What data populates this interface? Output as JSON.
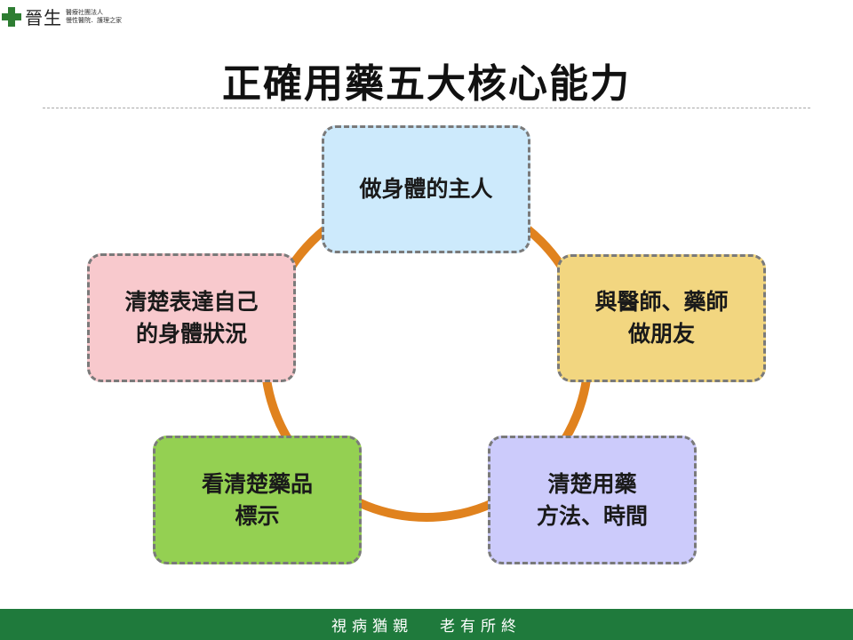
{
  "header": {
    "logo_name": "晉生",
    "logo_sub_1": "醫療社團法人",
    "logo_sub_2": "慢性醫院．護理之家"
  },
  "title": "正確用藥五大核心能力",
  "colors": {
    "ring": "#e0821e",
    "footer": "#1f7a3c",
    "node_1": "#cdeafc",
    "node_2": "#f2d680",
    "node_3": "#cccbfb",
    "node_4": "#94d052",
    "node_5": "#f8c9cd"
  },
  "nodes": [
    {
      "line1": "做身體的主人",
      "line2": ""
    },
    {
      "line1": "與醫師、藥師",
      "line2": "做朋友"
    },
    {
      "line1": "清楚用藥",
      "line2": "方法、時間"
    },
    {
      "line1": "看清楚藥品",
      "line2": "標示"
    },
    {
      "line1": "清楚表達自己",
      "line2": "的身體狀況"
    }
  ],
  "footer": {
    "left": "視病猶親",
    "right": "老有所終"
  }
}
